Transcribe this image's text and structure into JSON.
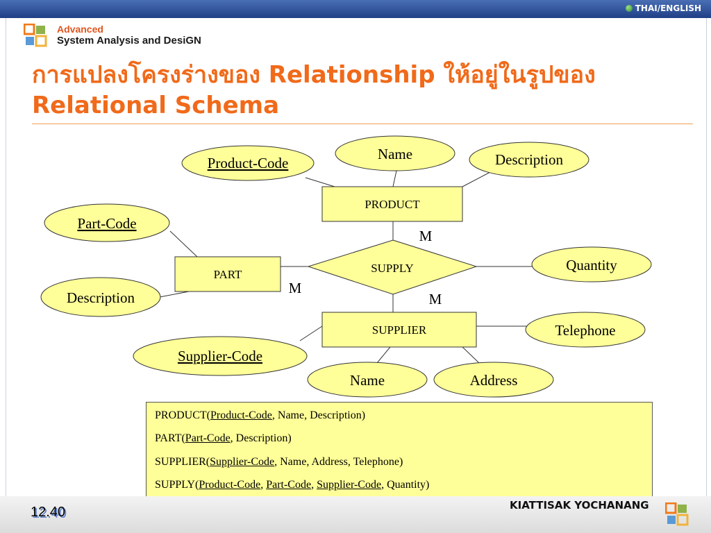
{
  "header": {
    "lang_label": "THAI/ENGLISH",
    "course_line1": "Advanced",
    "course_line2": "System Analysis and DesiGN"
  },
  "title": {
    "line1": "การแปลงโครงร่างของ Relationship ให้อยู่ในรูปของ",
    "line2": "Relational Schema"
  },
  "diagram": {
    "entities": {
      "product": "PRODUCT",
      "part": "PART",
      "supplier": "SUPPLIER"
    },
    "relationship": "SUPPLY",
    "attributes": {
      "product_code": "Product-Code",
      "product_name": "Name",
      "product_description": "Description",
      "part_code": "Part-Code",
      "part_description": "Description",
      "quantity": "Quantity",
      "telephone": "Telephone",
      "supplier_code": "Supplier-Code",
      "supplier_name": "Name",
      "address": "Address"
    },
    "cardinality": {
      "product": "M",
      "part": "M",
      "supplier": "M"
    }
  },
  "schema": {
    "product": {
      "name": "PRODUCT(",
      "key1": "Product-Code",
      "rest": ", Name, Description)"
    },
    "part": {
      "name": "PART(",
      "key1": "Part-Code",
      "rest": ", Description)"
    },
    "supplier": {
      "name": "SUPPLIER(",
      "key1": "Supplier-Code",
      "rest": ", Name, Address, Telephone)"
    },
    "supply": {
      "name": "SUPPLY(",
      "key1": "Product-Code",
      "sep1": ", ",
      "key2": "Part-Code",
      "sep2": ", ",
      "key3": "Supplier-Code",
      "rest": ", Quantity)"
    }
  },
  "footer": {
    "slide_number": "12.40",
    "author": "KIATTISAK YOCHANANG"
  },
  "colors": {
    "shape_fill": "#ffff99",
    "title": "#f06a1a",
    "topbar": "#2a4b95"
  }
}
